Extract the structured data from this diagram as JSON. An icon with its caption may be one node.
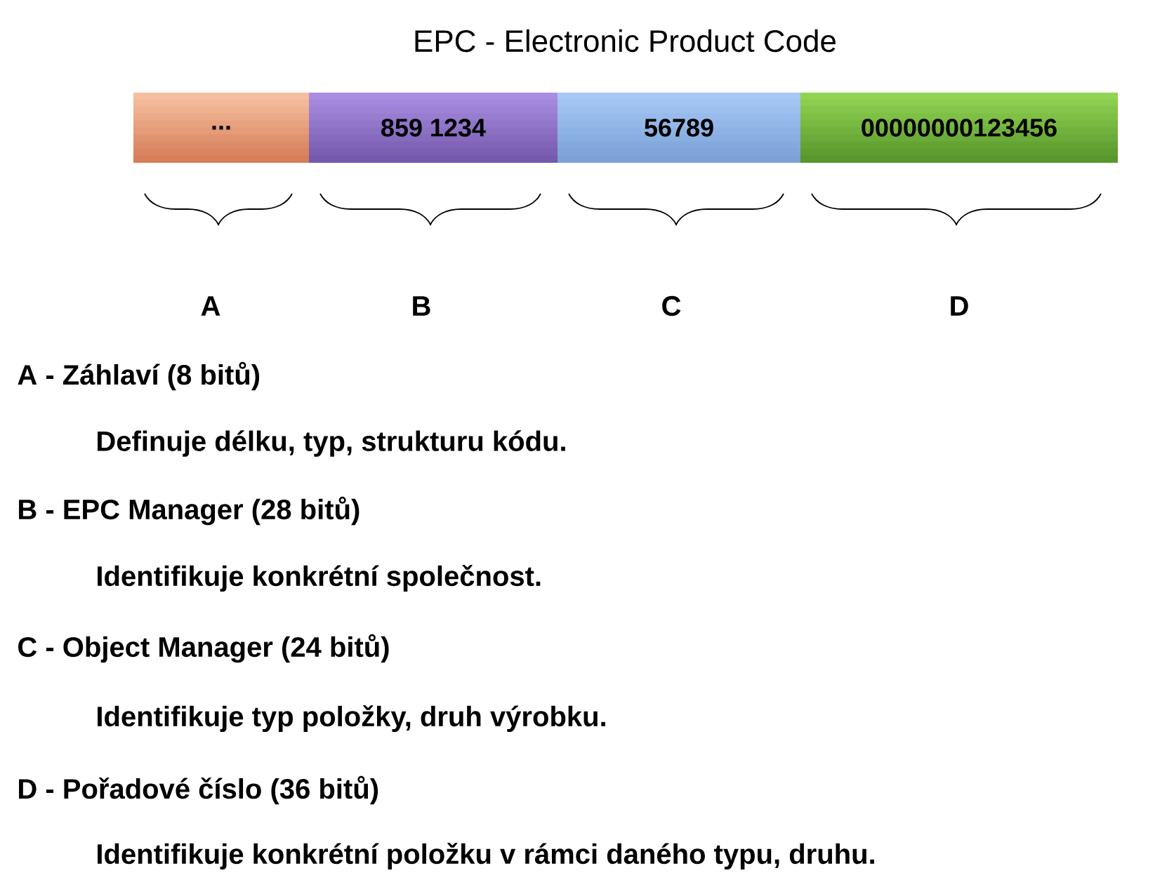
{
  "diagram": {
    "title": "EPC - Electronic Product Code",
    "nodes": [
      {
        "text": [
          "..."
        ]
      },
      {
        "text": [
          "859 1234"
        ]
      },
      {
        "text": [
          "56789"
        ]
      },
      {
        "text": [
          "00000000123456"
        ]
      }
    ],
    "labels": [
      "A",
      "B",
      "C",
      "D",
      "A - Záhlaví (8 bitů)",
      "Definuje délku, typ, strukturu kódu.",
      "B - EPC Manager (28 bitů)",
      "Identifikuje konkrétní společnost.",
      "C - Object Manager (24 bitů)",
      "Identifikuje typ položky, druh výrobku.",
      "D - Pořadové číslo (36 bitů)",
      "Identifikuje konkrétní položku v rámci daného typu, druhu."
    ]
  }
}
